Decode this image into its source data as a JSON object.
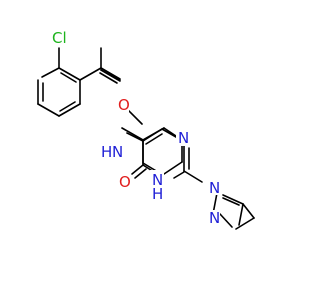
{
  "molecule": {
    "atoms": {
      "chlorine": {
        "text": "Cl",
        "color": "#1db31d"
      },
      "carbonyl_oxygen": {
        "text": "O",
        "color": "#e11d1d"
      },
      "amide_nh": {
        "text": "N",
        "color": "#1f1fd6"
      },
      "amide_h": {
        "text": "H",
        "color": "#1f1fd6"
      },
      "ring_n_top": {
        "text": "N",
        "color": "#1f1fd6"
      },
      "ring_nh_n": {
        "text": "N",
        "color": "#1f1fd6"
      },
      "ring_nh_h": {
        "text": "H",
        "color": "#1f1fd6"
      },
      "keto_oxygen": {
        "text": "O",
        "color": "#e11d1d"
      },
      "pyrazole_n1": {
        "text": "N",
        "color": "#1f1fd6"
      },
      "pyrazole_n2": {
        "text": "N",
        "color": "#1f1fd6"
      }
    },
    "colors": {
      "bond": "#000000",
      "nitrogen": "#1f1fd6",
      "oxygen": "#e11d1d",
      "chlorine": "#1db31d",
      "background": "#ffffff"
    }
  }
}
